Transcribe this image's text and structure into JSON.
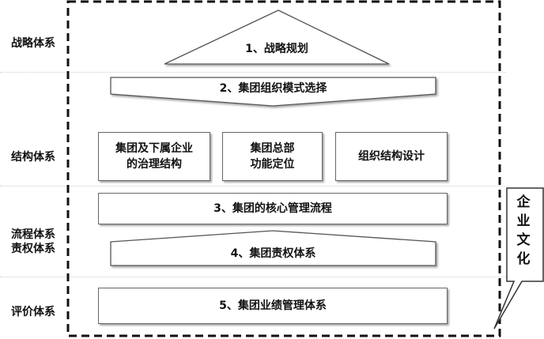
{
  "left_labels": {
    "strategy": "战略体系",
    "structure": "结构体系",
    "process": "流程体系",
    "responsibility": "责权体系",
    "evaluation": "评价体系"
  },
  "shapes": {
    "strategy_planning": "1、战略规划",
    "org_model": "2、集团组织模式选择",
    "governance_line1": "集团及下属企业",
    "governance_line2": "的治理结构",
    "hq_line1": "集团总部",
    "hq_line2": "功能定位",
    "org_design": "组织结构设计",
    "core_process": "3、集团的核心管理流程",
    "responsibility_system": "4、集团责权体系",
    "performance_system": "5、集团业绩管理体系"
  },
  "callout": {
    "chars": [
      "企",
      "业",
      "文",
      "化"
    ]
  }
}
